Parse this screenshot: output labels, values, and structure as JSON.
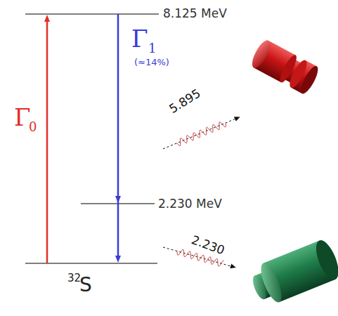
{
  "diagram": {
    "labels": [
      "8.125 MeV",
      "Γ",
      "1",
      "(≈14%)",
      "5.895",
      "2.230 MeV",
      "2.230",
      "Γ",
      "0",
      "32",
      "S"
    ]
  }
}
